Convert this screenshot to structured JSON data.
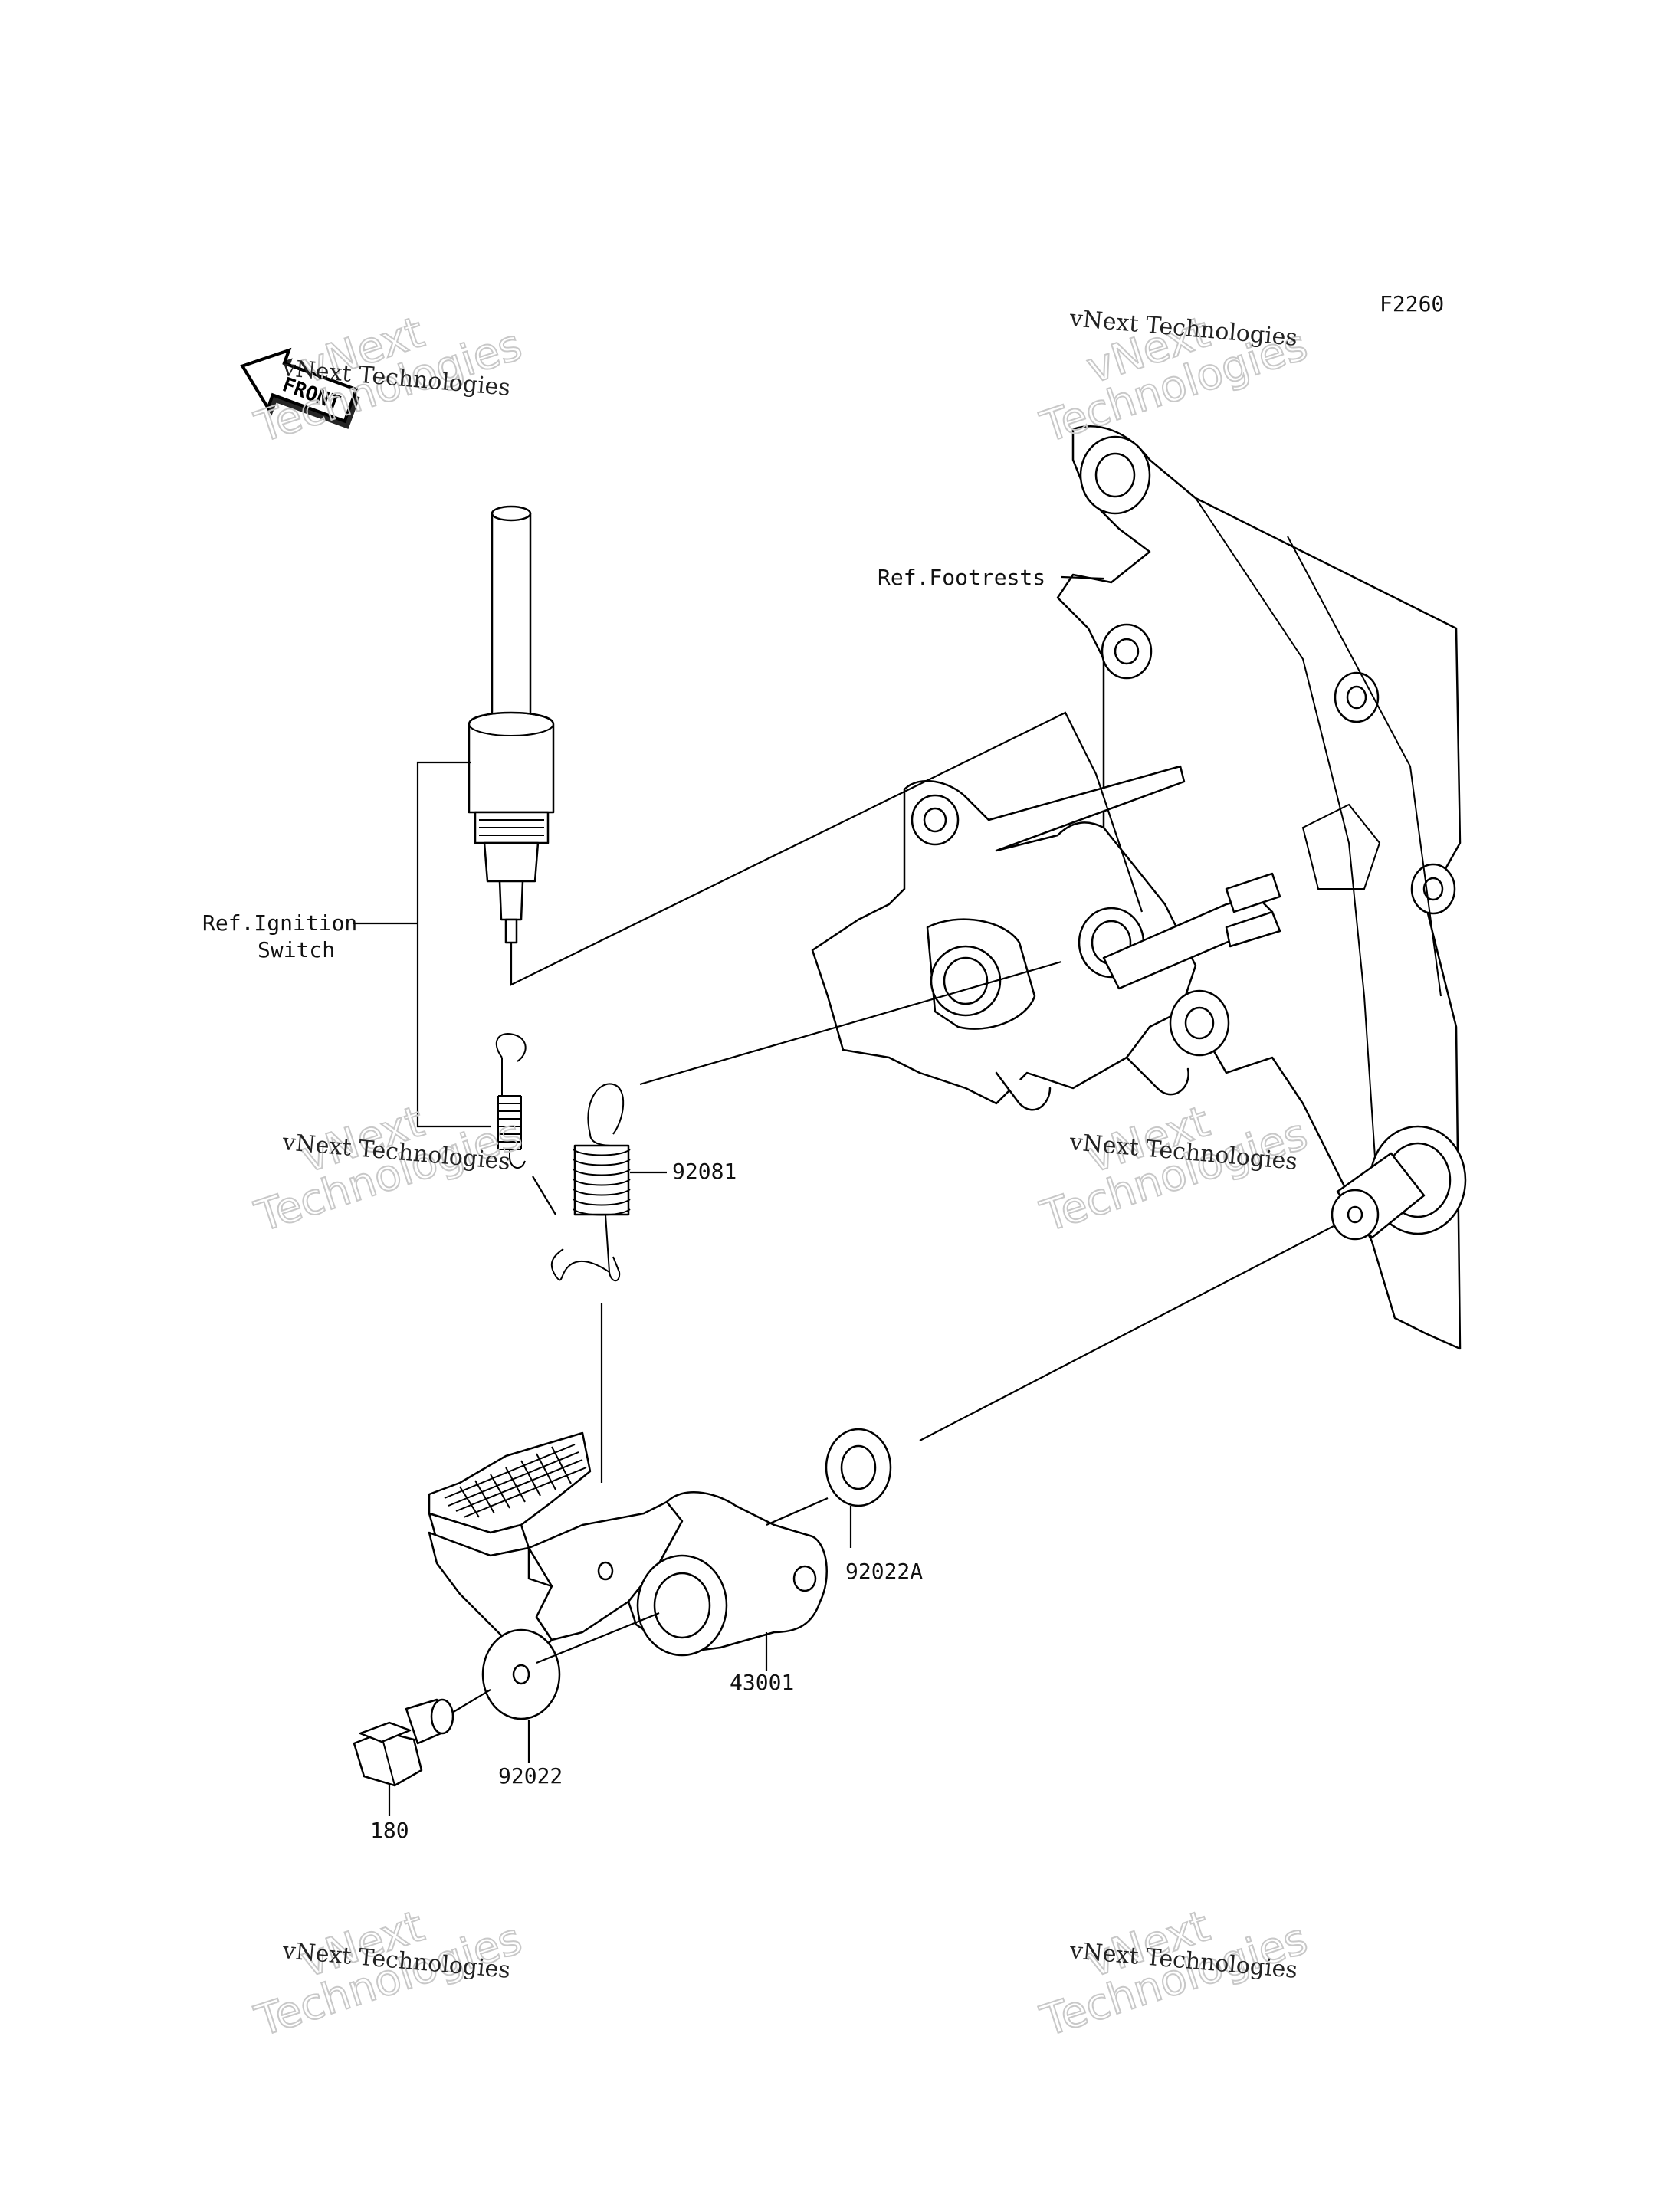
{
  "diagram_code": "F2260",
  "front_badge": "FRONT",
  "watermark": {
    "line1": "vNext",
    "line2": "Technologies",
    "caption": "vNext Technologies"
  },
  "labels": {
    "ref_footrests": "Ref.Footrests",
    "ref_ignition_line1": "Ref.Ignition",
    "ref_ignition_line2": "Switch",
    "part_92081": "92081",
    "part_92022A": "92022A",
    "part_43001": "43001",
    "part_92022": "92022",
    "part_180": "180"
  }
}
